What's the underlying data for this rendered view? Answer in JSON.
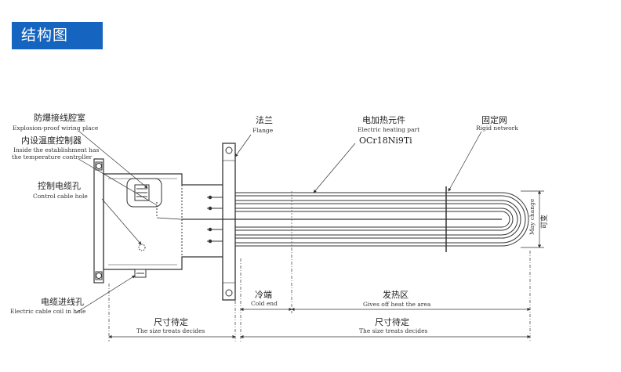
{
  "header": {
    "title": "结构图"
  },
  "labels": {
    "explosion_cn": "防爆接线腔室",
    "explosion_en": "Explosion-proof wiring place",
    "controller_cn": "内设温度控制器",
    "controller_en1": "Inside the establishment has",
    "controller_en2": "the temperature controller",
    "control_hole_cn": "控制电缆孔",
    "control_hole_en": "Control cable hole",
    "cable_coil_cn": "电缆进线孔",
    "cable_coil_en": "Electric cable coil in hole",
    "flange_cn": "法兰",
    "flange_en": "Flange",
    "heating_cn": "电加热元件",
    "heating_en": "Electric heating part",
    "material": "OCr18Ni9Ti",
    "rigid_cn": "固定网",
    "rigid_en": "Rigid network",
    "may_change_cn": "可变",
    "may_change_en": "May change",
    "cold_end_cn": "冷端",
    "cold_end_en": "Cold end",
    "heat_area_cn": "发热区",
    "heat_area_en": "Gives off heat the area",
    "size_left_cn": "尺寸待定",
    "size_left_en": "The size treats decides",
    "size_right_cn": "尺寸待定",
    "size_right_en": "The size treats decides"
  },
  "colors": {
    "header_bg": "#1565c0",
    "line": "#333333"
  }
}
